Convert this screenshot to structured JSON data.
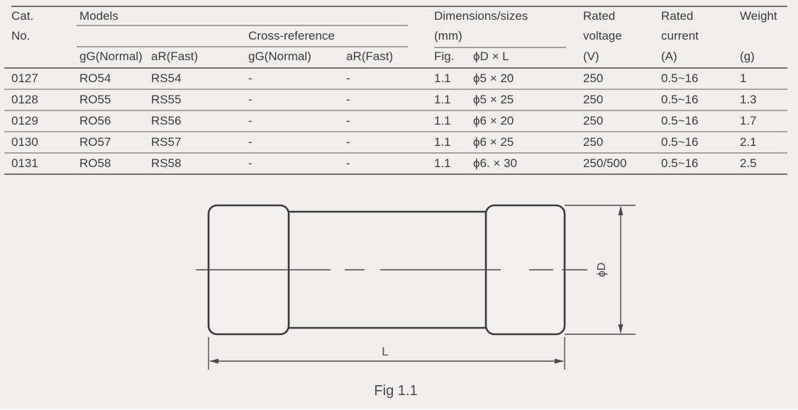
{
  "table": {
    "header": {
      "cat": "Cat.",
      "no": "No.",
      "models": "Models",
      "cross_reference": "Cross-reference",
      "dimensions_l1": "Dimensions/sizes",
      "dimensions_l2": "(mm)",
      "voltage_l1": "Rated",
      "voltage_l2": "voltage",
      "voltage_l3": "(V)",
      "current_l1": "Rated",
      "current_l2": "current",
      "current_l3": "(A)",
      "weight_l1": "Weight",
      "weight_l3": "(g)",
      "sub_gg_models": "gG(Normal)",
      "sub_ar_models": "aR(Fast)",
      "sub_gg_xref": "gG(Normal)",
      "sub_ar_xref": "aR(Fast)",
      "sub_fig": "Fig.",
      "sub_dxl": "ϕD × L"
    },
    "rows": [
      {
        "cat": "0127",
        "model_gg": "RO54",
        "model_ar": "RS54",
        "xref_gg": "-",
        "xref_ar": "-",
        "fig": "1.1",
        "dxl": "ϕ5 × 20",
        "voltage": "250",
        "current": "0.5~16",
        "weight": "1"
      },
      {
        "cat": "0128",
        "model_gg": "RO55",
        "model_ar": "RS55",
        "xref_gg": "-",
        "xref_ar": "-",
        "fig": "1.1",
        "dxl": "ϕ5 × 25",
        "voltage": "250",
        "current": "0.5~16",
        "weight": "1.3"
      },
      {
        "cat": "0129",
        "model_gg": "RO56",
        "model_ar": "RS56",
        "xref_gg": "-",
        "xref_ar": "-",
        "fig": "1.1",
        "dxl": "ϕ6 × 20",
        "voltage": "250",
        "current": "0.5~16",
        "weight": "1.7"
      },
      {
        "cat": "0130",
        "model_gg": "RO57",
        "model_ar": "RS57",
        "xref_gg": "-",
        "xref_ar": "-",
        "fig": "1.1",
        "dxl": "ϕ6 × 25",
        "voltage": "250",
        "current": "0.5~16",
        "weight": "2.1"
      },
      {
        "cat": "0131",
        "model_gg": "RO58",
        "model_ar": "RS58",
        "xref_gg": "-",
        "xref_ar": "-",
        "fig": "1.1",
        "dxl": "ϕ6. × 30",
        "voltage": "250/500",
        "current": "0.5~16",
        "weight": "2.5"
      }
    ]
  },
  "diagram": {
    "d_dim_label": "ϕD",
    "l_dim_label": "L",
    "caption": "Fig 1.1"
  },
  "colors": {
    "background": "#f0efee",
    "text": "#3b3b3b",
    "rule_heavy": "#6f6f6f",
    "rule_light": "#9f9f9f",
    "diagram_stroke": "#3a3a3a"
  }
}
